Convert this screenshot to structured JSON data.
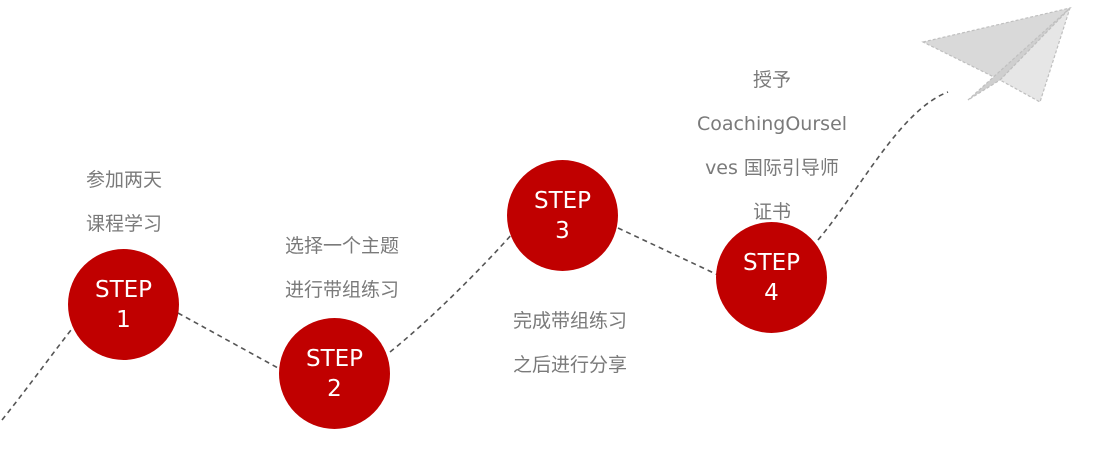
{
  "steps": [
    {
      "label": "STEP",
      "number": "1",
      "caption": [
        "参加两天",
        "课程学习"
      ]
    },
    {
      "label": "STEP",
      "number": "2",
      "caption": [
        "选择一个主题",
        "进行带组练习"
      ]
    },
    {
      "label": "STEP",
      "number": "3",
      "caption": [
        "完成带组练习",
        "之后进行分享"
      ]
    },
    {
      "label": "STEP",
      "number": "4",
      "caption": [
        "授予",
        "CoachingOursel",
        "ves 国际引导师",
        "证书"
      ]
    }
  ],
  "colors": {
    "circle": "#c00000",
    "circle_text": "#ffffff",
    "caption_text": "#7a7a7a",
    "path": "#555555",
    "plane": "#d9d9d9"
  },
  "icons": {
    "end": "paper-plane-icon"
  }
}
